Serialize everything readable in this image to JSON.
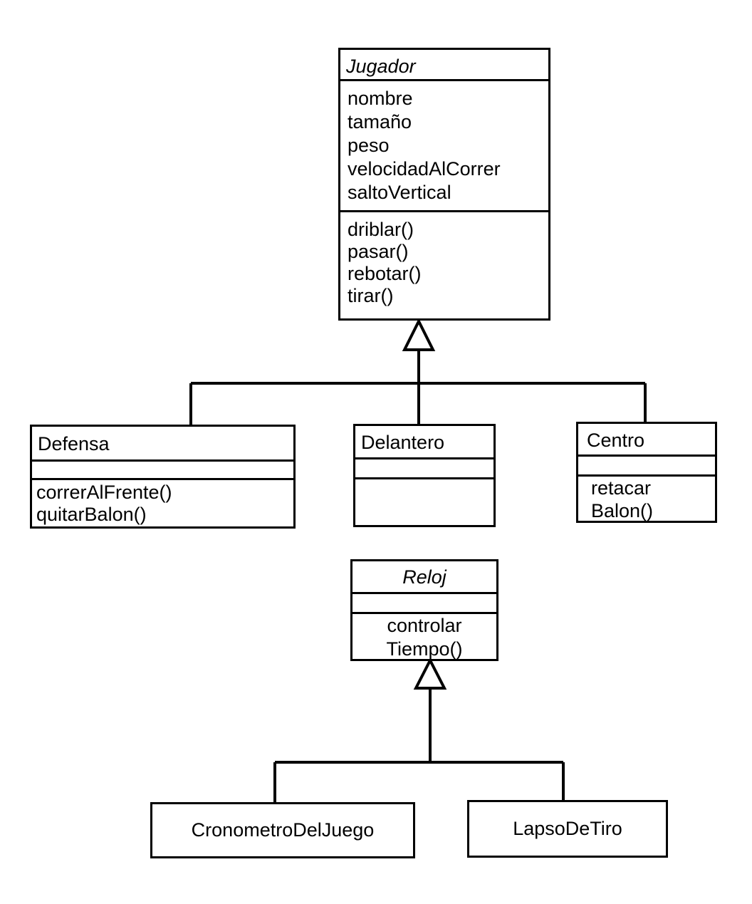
{
  "jugador": {
    "name": "Jugador",
    "attributes": [
      "nombre",
      "tamaño",
      "peso",
      "velocidadAlCorrer",
      "saltoVertical"
    ],
    "operations": [
      "driblar()",
      "pasar()",
      "rebotar()",
      "tirar()"
    ]
  },
  "defensa": {
    "name": "Defensa",
    "operations": [
      "correrAlFrente()",
      "quitarBalon()"
    ]
  },
  "delantero": {
    "name": "Delantero"
  },
  "centro": {
    "name": "Centro",
    "operations": [
      "retacar",
      "Balon()"
    ]
  },
  "reloj": {
    "name": "Reloj",
    "operations": [
      "controlar",
      "Tiempo()"
    ]
  },
  "cronometro": {
    "name": "CronometroDelJuego"
  },
  "lapso": {
    "name": "LapsoDeTiro"
  }
}
